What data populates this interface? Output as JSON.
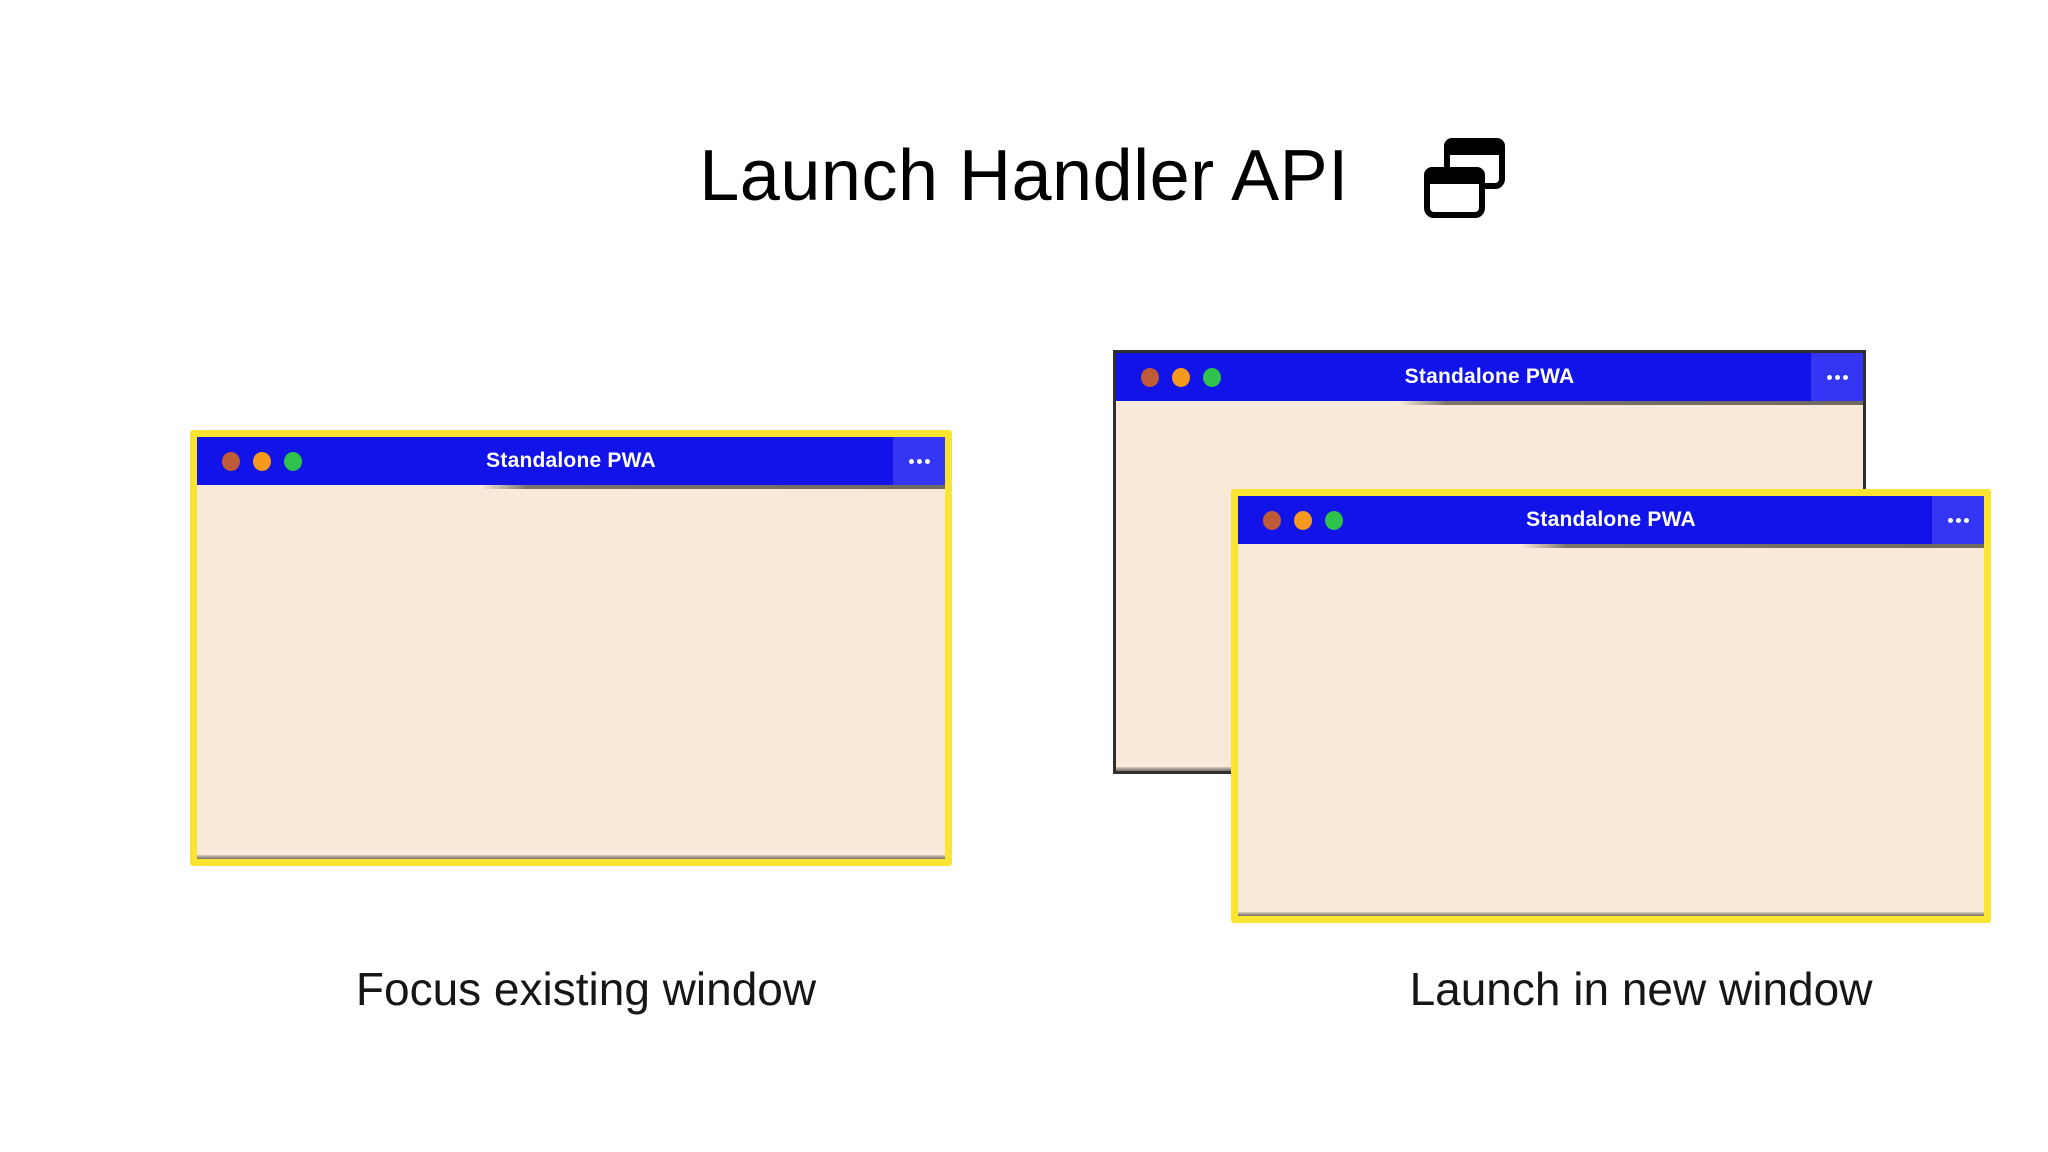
{
  "page": {
    "title": "Launch Handler API",
    "title_icon": "overlapping-windows-icon",
    "background": "#FFFFFF"
  },
  "colors": {
    "titlebar-blue": "#1113E9",
    "titlebar-blue-light": "#3536F3",
    "window-body-cream": "#F8E9D8",
    "highlight-yellow": "#F8E431",
    "back-window-border": "#2F2F2F",
    "dot-red": "#C05B37",
    "dot-orange": "#F59A1F",
    "dot-green": "#2EC14B",
    "window-title-text": "#FFFFFF",
    "caption-text": "#161616",
    "title-text": "#000000"
  },
  "left_panel": {
    "caption": "Focus existing window",
    "window": {
      "title": "Standalone PWA",
      "menu_icon": "ellipsis-icon",
      "controls": [
        "close-dot",
        "minimize-dot",
        "zoom-dot"
      ]
    }
  },
  "right_panel": {
    "caption": "Launch in new window",
    "back_window": {
      "title": "Standalone PWA",
      "menu_icon": "ellipsis-icon",
      "controls": [
        "close-dot",
        "minimize-dot",
        "zoom-dot"
      ]
    },
    "front_window": {
      "title": "Standalone PWA",
      "menu_icon": "ellipsis-icon",
      "controls": [
        "close-dot",
        "minimize-dot",
        "zoom-dot"
      ]
    }
  }
}
